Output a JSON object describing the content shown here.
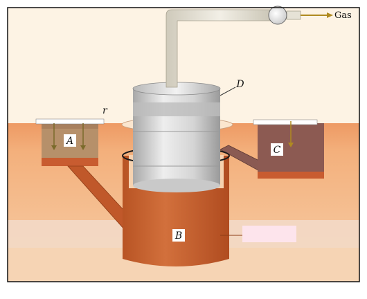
{
  "labels": {
    "a": "A",
    "b": "B",
    "c": "C",
    "d": "D",
    "gas": "Gas",
    "stray": "r"
  },
  "colors": {
    "frame": "#111111",
    "sky": "#fdf4e6",
    "soil_dark": "#f0a36e",
    "soil_light": "#f6c6a0",
    "pit_fill": "#8a5a52",
    "pit_base": "#c8623a",
    "digester": "#c8602e",
    "gas_holder": "#d8d8d8",
    "pipe": "#e6e2d6"
  }
}
